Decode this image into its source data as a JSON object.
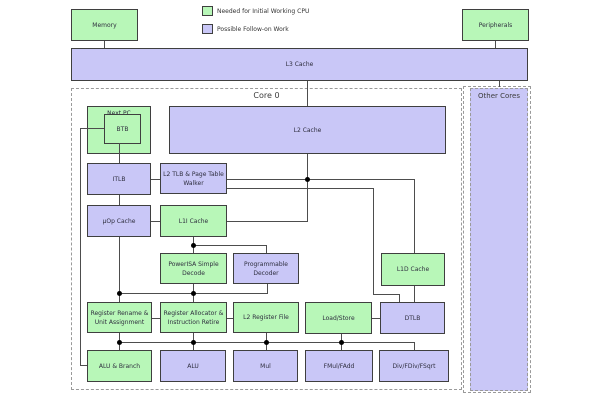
{
  "legend": {
    "items": [
      {
        "label": "Needed for Initial Working CPU",
        "color": "#b8f7b8"
      },
      {
        "label": "Possible Follow-on Work",
        "color": "#c9c7f7"
      }
    ]
  },
  "nodes": {
    "memory": "Memory",
    "peripherals": "Peripherals",
    "l3_cache": "L3 Cache",
    "core_label": "Core 0",
    "other_cores": "Other Cores",
    "next_pc": "Next PC",
    "btb": "BTB",
    "l2_cache": "L2 Cache",
    "itlb": "ITLB",
    "l2_tlb_walker": "L2 TLB & Page Table Walker",
    "uop_cache": "µOp Cache",
    "l1i_cache": "L1I Cache",
    "powerisa_decode": "PowerISA Simple Decode",
    "programmable_decoder": "Programmable Decoder",
    "l1d_cache": "L1D Cache",
    "reg_rename": "Register Rename & Unit Assignment",
    "reg_alloc": "Register Allocator & Instruction Retire",
    "l2_regfile": "L2 Register File",
    "load_store": "Load/Store",
    "dtlb": "DTLB",
    "alu_branch": "ALU & Branch",
    "alu": "ALU",
    "mul": "Mul",
    "fmul_fadd": "FMul/FAdd",
    "div_fdiv_fsqrt": "Div/FDiv/FSqrt"
  },
  "colors": {
    "initial_cpu_green": "#b8f7b8",
    "follow_on_purple": "#c9c7f7",
    "node_border": "#3f3f3f",
    "connector": "#4d4d4d",
    "junction_dot": "#000000",
    "dashed_border": "#9a9a9a"
  }
}
